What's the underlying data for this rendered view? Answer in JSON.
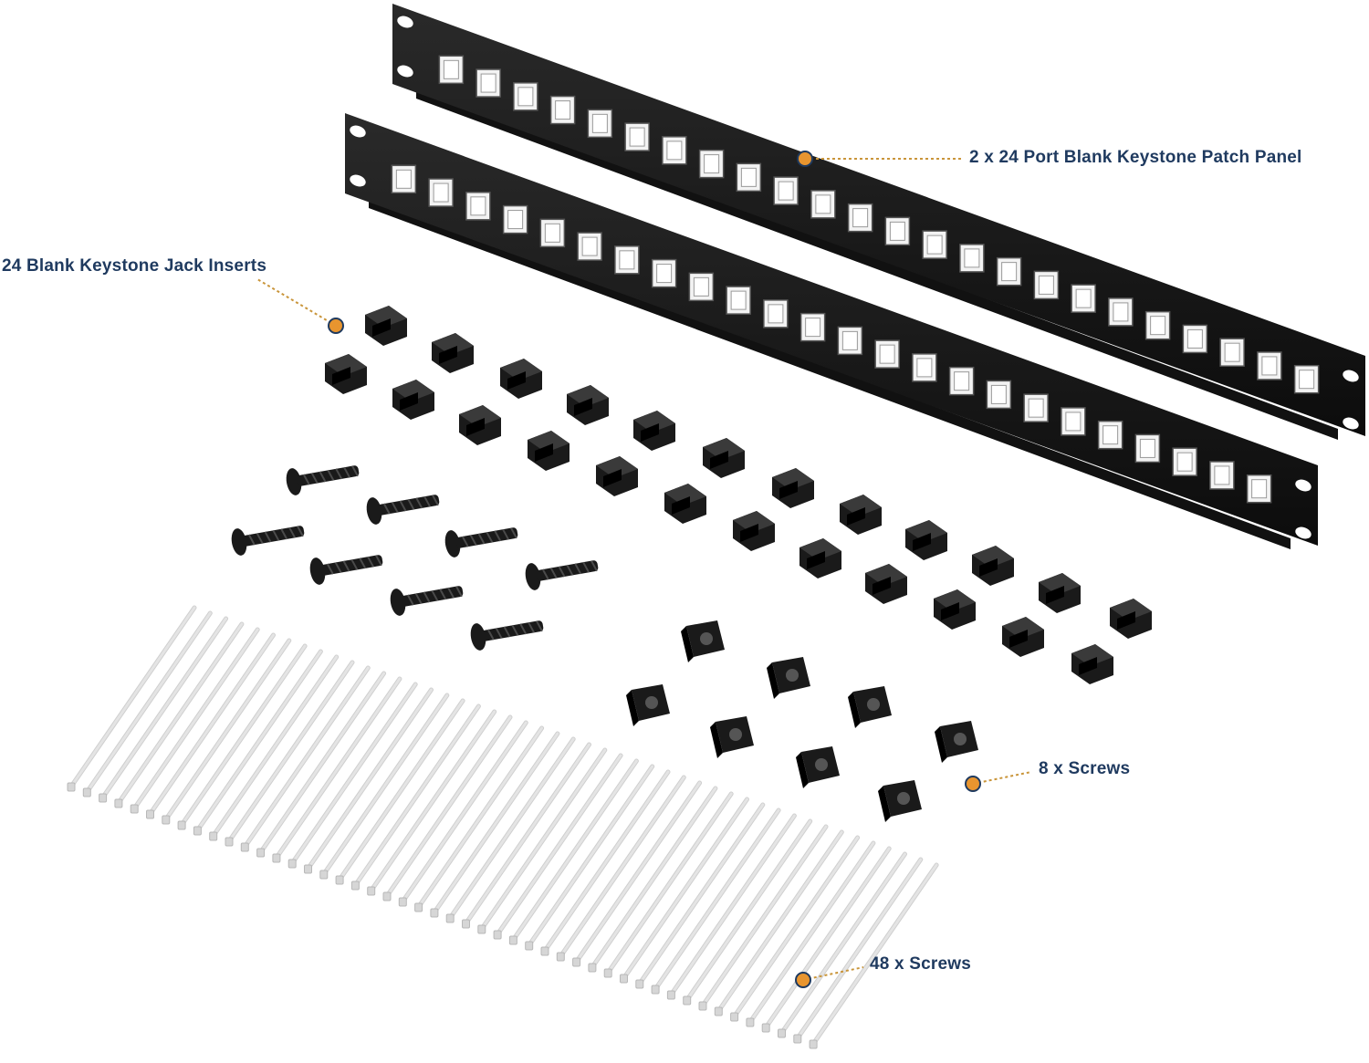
{
  "colors": {
    "label_text": "#1f3a5f",
    "marker_fill": "#e8952f",
    "marker_stroke": "#1f3a5f",
    "leader_line": "#c9953a",
    "hardware": "#1a1a1a",
    "cable_tie": "#e4e4e4"
  },
  "callouts": [
    {
      "id": "panel",
      "label": "2 x 24 Port Blank Keystone Patch Panel"
    },
    {
      "id": "inserts",
      "label": "24 Blank Keystone Jack Inserts"
    },
    {
      "id": "cage-nuts",
      "label": "8 x Screws"
    },
    {
      "id": "cable-ties",
      "label": "48 x Screws"
    }
  ],
  "items": {
    "patch_panels": {
      "count": 2,
      "ports_per_panel": 24
    },
    "keystone_inserts": {
      "count": 24
    },
    "screws": {
      "count": 8
    },
    "cage_nuts": {
      "count": 8
    },
    "cable_ties": {
      "count": 48
    }
  }
}
